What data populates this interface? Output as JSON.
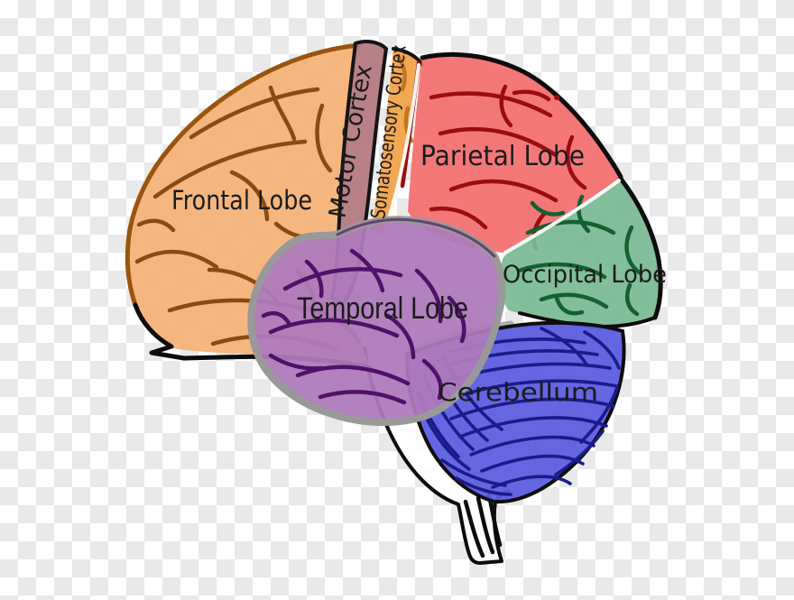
{
  "diagram": {
    "name": "Human brain side view with labeled lobes",
    "background": {
      "checker_light": "#ffffff",
      "checker_dark": "#e9e9e9"
    },
    "regions": {
      "frontal": {
        "label": "Frontal Lobe",
        "color": "#f4b377",
        "sulci_color": "#8a4a10",
        "label_color": "#1b1b1b"
      },
      "motor": {
        "label": "Motor Cortex",
        "color": "#b3797f",
        "sulci_color": "#141414",
        "label_color": "#1b1b1b"
      },
      "somatosensory": {
        "label": "Somatosensory Cortex",
        "color": "#f2a348",
        "sulci_color": "#c2781c",
        "label_color": "#1b1b1b"
      },
      "parietal": {
        "label": "Parietal Lobe",
        "color": "#f47071",
        "sulci_color": "#9b0d0d",
        "label_color": "#1b1b1b"
      },
      "occipital": {
        "label": "Occipital Lobe",
        "color": "#7abb94",
        "sulci_color": "#15602f",
        "label_color": "#1b1b1b"
      },
      "temporal": {
        "label": "Temporal Lobe",
        "color": "#ad7abb",
        "sulci_color": "#4f1168",
        "label_color": "#1b1b1b"
      },
      "cerebellum": {
        "label": "Cerebellum",
        "color": "#5a5ce0",
        "sulci_color": "#1b1b8a",
        "label_color": "#1c1c4e"
      },
      "brainstem": {
        "color": "#ffffff"
      }
    }
  }
}
